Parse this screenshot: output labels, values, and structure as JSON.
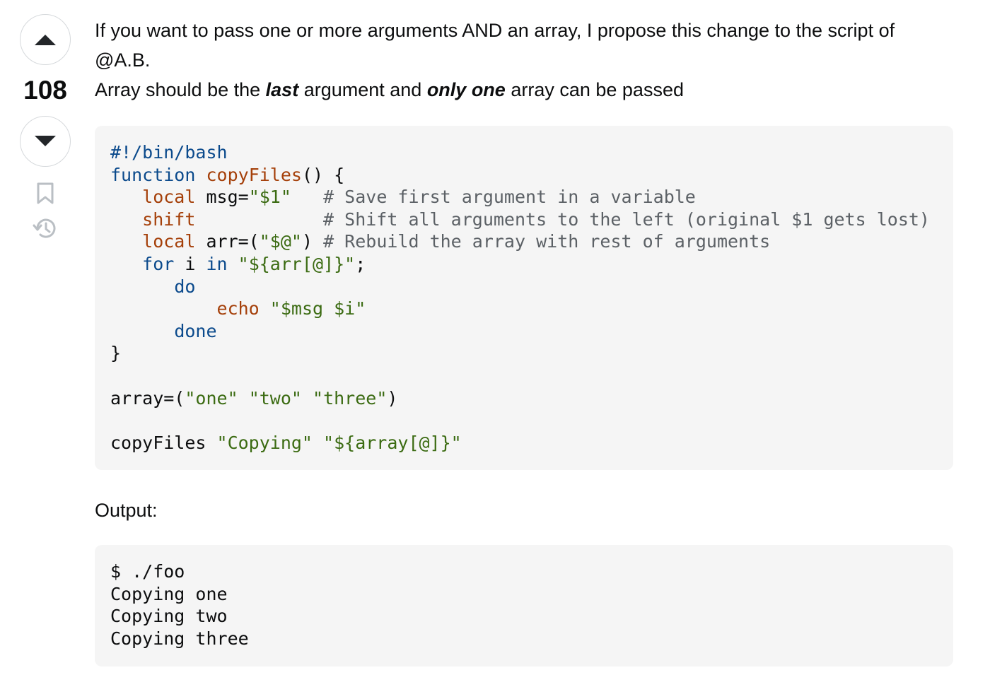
{
  "vote": {
    "count": "108",
    "up_icon": "caret-up-icon",
    "down_icon": "caret-down-icon",
    "bookmark_icon": "bookmark-icon",
    "history_icon": "history-icon"
  },
  "post": {
    "para1": "If you want to pass one or more arguments AND an array, I propose this change to the script of @A.B.",
    "para2_a": "Array should be the ",
    "para2_b": "last",
    "para2_c": " argument and ",
    "para2_d": "only one",
    "para2_e": " array can be passed",
    "output_label": "Output:"
  },
  "code": {
    "l1": "#!/bin/bash",
    "l2_kw": "function",
    "l2_fn": "copyFiles",
    "l2_rest": "() {",
    "l3_kw": "local",
    "l3_a": " msg=",
    "l3_str": "\"$1\"",
    "l3_pad": "   ",
    "l3_cm": "# Save first argument in a variable",
    "l4_kw": "shift",
    "l4_pad": "            ",
    "l4_cm": "# Shift all arguments to the left (original $1 gets lost)",
    "l5_kw": "local",
    "l5_a": " arr=(",
    "l5_str": "\"$@\"",
    "l5_b": ") ",
    "l5_cm": "# Rebuild the array with rest of arguments",
    "l6_for": "for",
    "l6_a": " i ",
    "l6_in": "in",
    "l6_sp": " ",
    "l6_str": "\"${arr[@]}\"",
    "l6_end": ";",
    "l7": "do",
    "l8_kw": "echo",
    "l8_sp": " ",
    "l8_str": "\"$msg $i\"",
    "l9": "done",
    "l10": "}",
    "l12_a": "array=(",
    "l12_s1": "\"one\"",
    "l12_s2": "\"two\"",
    "l12_s3": "\"three\"",
    "l12_b": ")",
    "l14_a": "copyFiles ",
    "l14_s1": "\"Copying\"",
    "l14_s2": "\"${array[@]}\""
  },
  "output": {
    "l1": "$ ./foo",
    "l2": "Copying one",
    "l3": "Copying two",
    "l4": "Copying three"
  },
  "colors": {
    "keyword": "#0b4a8c",
    "builtin": "#a5400a",
    "string": "#3b6b12",
    "comment": "#5c6166",
    "code_bg": "#f5f5f5"
  }
}
